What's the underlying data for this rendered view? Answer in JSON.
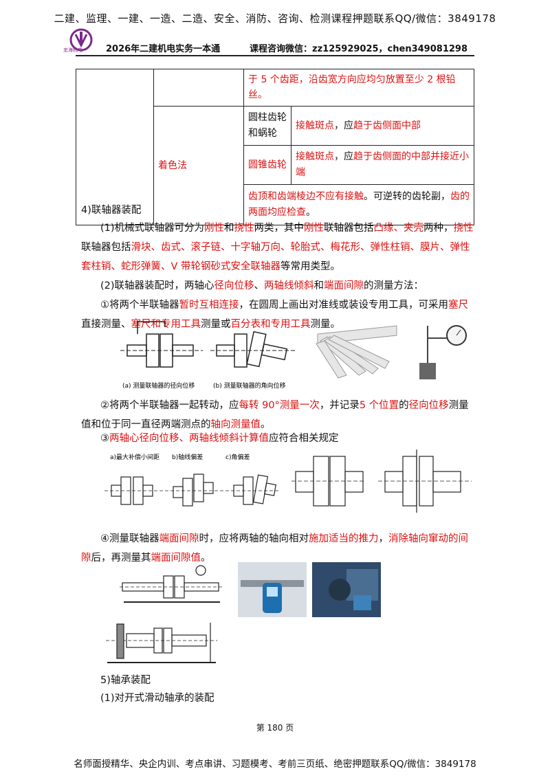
{
  "header": {
    "top_line": "二建、监理、一建、一造、二造、安全、消防、咨询、检测课程押题联系QQ/微信：3849178",
    "logo_text": "忠海机电",
    "book_title": "2026年二建机电实务一本通",
    "contact": "课程咨询微信：zz125929025，chen349081298"
  },
  "table": {
    "row0_text": "于 5 个齿距，沿齿宽方向应均匀放置至少 2 根铅丝。",
    "method_label": "着色法",
    "row1_gear": "圆柱齿轮和蜗轮",
    "row1_desc_a": "接触斑点",
    "row1_desc_b": "，应",
    "row1_desc_c": "趋于齿侧面中部",
    "row2_gear": "圆锥齿轮",
    "row2_desc_a": "接触斑点",
    "row2_desc_b": "，应",
    "row2_desc_c": "趋于齿侧面的中部并接近小端",
    "row3_a": "齿顶和齿端棱边不应有接触",
    "row3_b": "。可逆转的齿轮副，",
    "row3_c": "齿的两面均应检查",
    "row3_d": "。"
  },
  "sec4": {
    "title": "4)联轴器装配",
    "p1": {
      "a": "(1)机械式联轴器可分为",
      "b": "刚性",
      "c": "和",
      "d": "挠性",
      "e": "两类，其中",
      "f": "刚性",
      "g": "联轴器包括",
      "h": "凸缘、夹壳",
      "i": "两种，",
      "j": "挠性",
      "k": "联轴器包括",
      "l": "滑块、齿式、滚子链、十字轴万向、轮胎式、梅花形、弹性柱销、膜片、弹性套柱销、蛇形弹簧、V 带轮钢砂式安全联轴器",
      "m": "等常用类型。"
    },
    "p2": {
      "a": "(2)联轴器装配时，两轴心",
      "b": "径向位移",
      "c": "、",
      "d": "两轴线倾斜",
      "e": "和",
      "f": "端面间隙",
      "g": "的测量方法："
    },
    "p3": {
      "a": "①将两个半联轴器",
      "b": "暂时互相连接",
      "c": "，在圆周上画出对准线或装设专用工具，可采用",
      "d": "塞尺",
      "e": "直接测量、",
      "f": "塞尺和专用工具",
      "g": "测量或",
      "h": "百分表和专用工具",
      "i": "测量。"
    },
    "fig1_cap_a": "(a) 测量联轴器的径向位移",
    "fig1_cap_b": "(b) 测量联轴器的角向位移",
    "p4": {
      "a": "②将两个半联轴器一起转动，应",
      "b": "每转 90°测量一次",
      "c": "，并记录",
      "d": "5 个位置",
      "e": "的",
      "f": "径向位移",
      "g": "测量值和位于同一直径两端测点的",
      "h": "轴向测量值",
      "i": "。"
    },
    "p5": {
      "a": "③",
      "b": "两轴心径向位移、两轴线倾斜计算值",
      "c": "应符合相关规定"
    },
    "fig2_labels": [
      "a)最大补偿小间距",
      "b)轴线偏差",
      "c)角偏差"
    ],
    "p6": {
      "a": "④测量联轴器",
      "b": "端面间隙",
      "c": "时，应将两轴的轴向相对",
      "d": "施加适当的推力",
      "e": "，",
      "f": "消除轴向窜动的间隙",
      "g": "后，再测量其",
      "h": "端面间隙值",
      "i": "。"
    }
  },
  "sec5": {
    "title": "5)轴承装配",
    "sub1": "(1)对开式滑动轴承的装配"
  },
  "footer": {
    "page": "第 180 页",
    "line": "名师面授精华、央企内训、考点串讲、习题模考、考前三页纸、绝密押题联系QQ/微信：3849178"
  }
}
